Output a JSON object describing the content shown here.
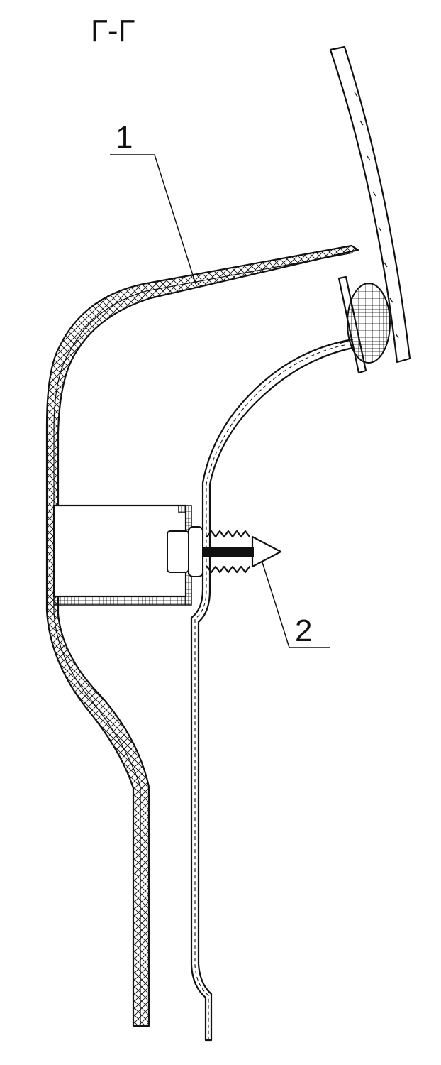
{
  "section_title": "Г-Г",
  "callouts": [
    {
      "id": "1",
      "label": "1"
    },
    {
      "id": "2",
      "label": "2"
    }
  ],
  "colors": {
    "line": "#111111",
    "background": "#ffffff"
  }
}
